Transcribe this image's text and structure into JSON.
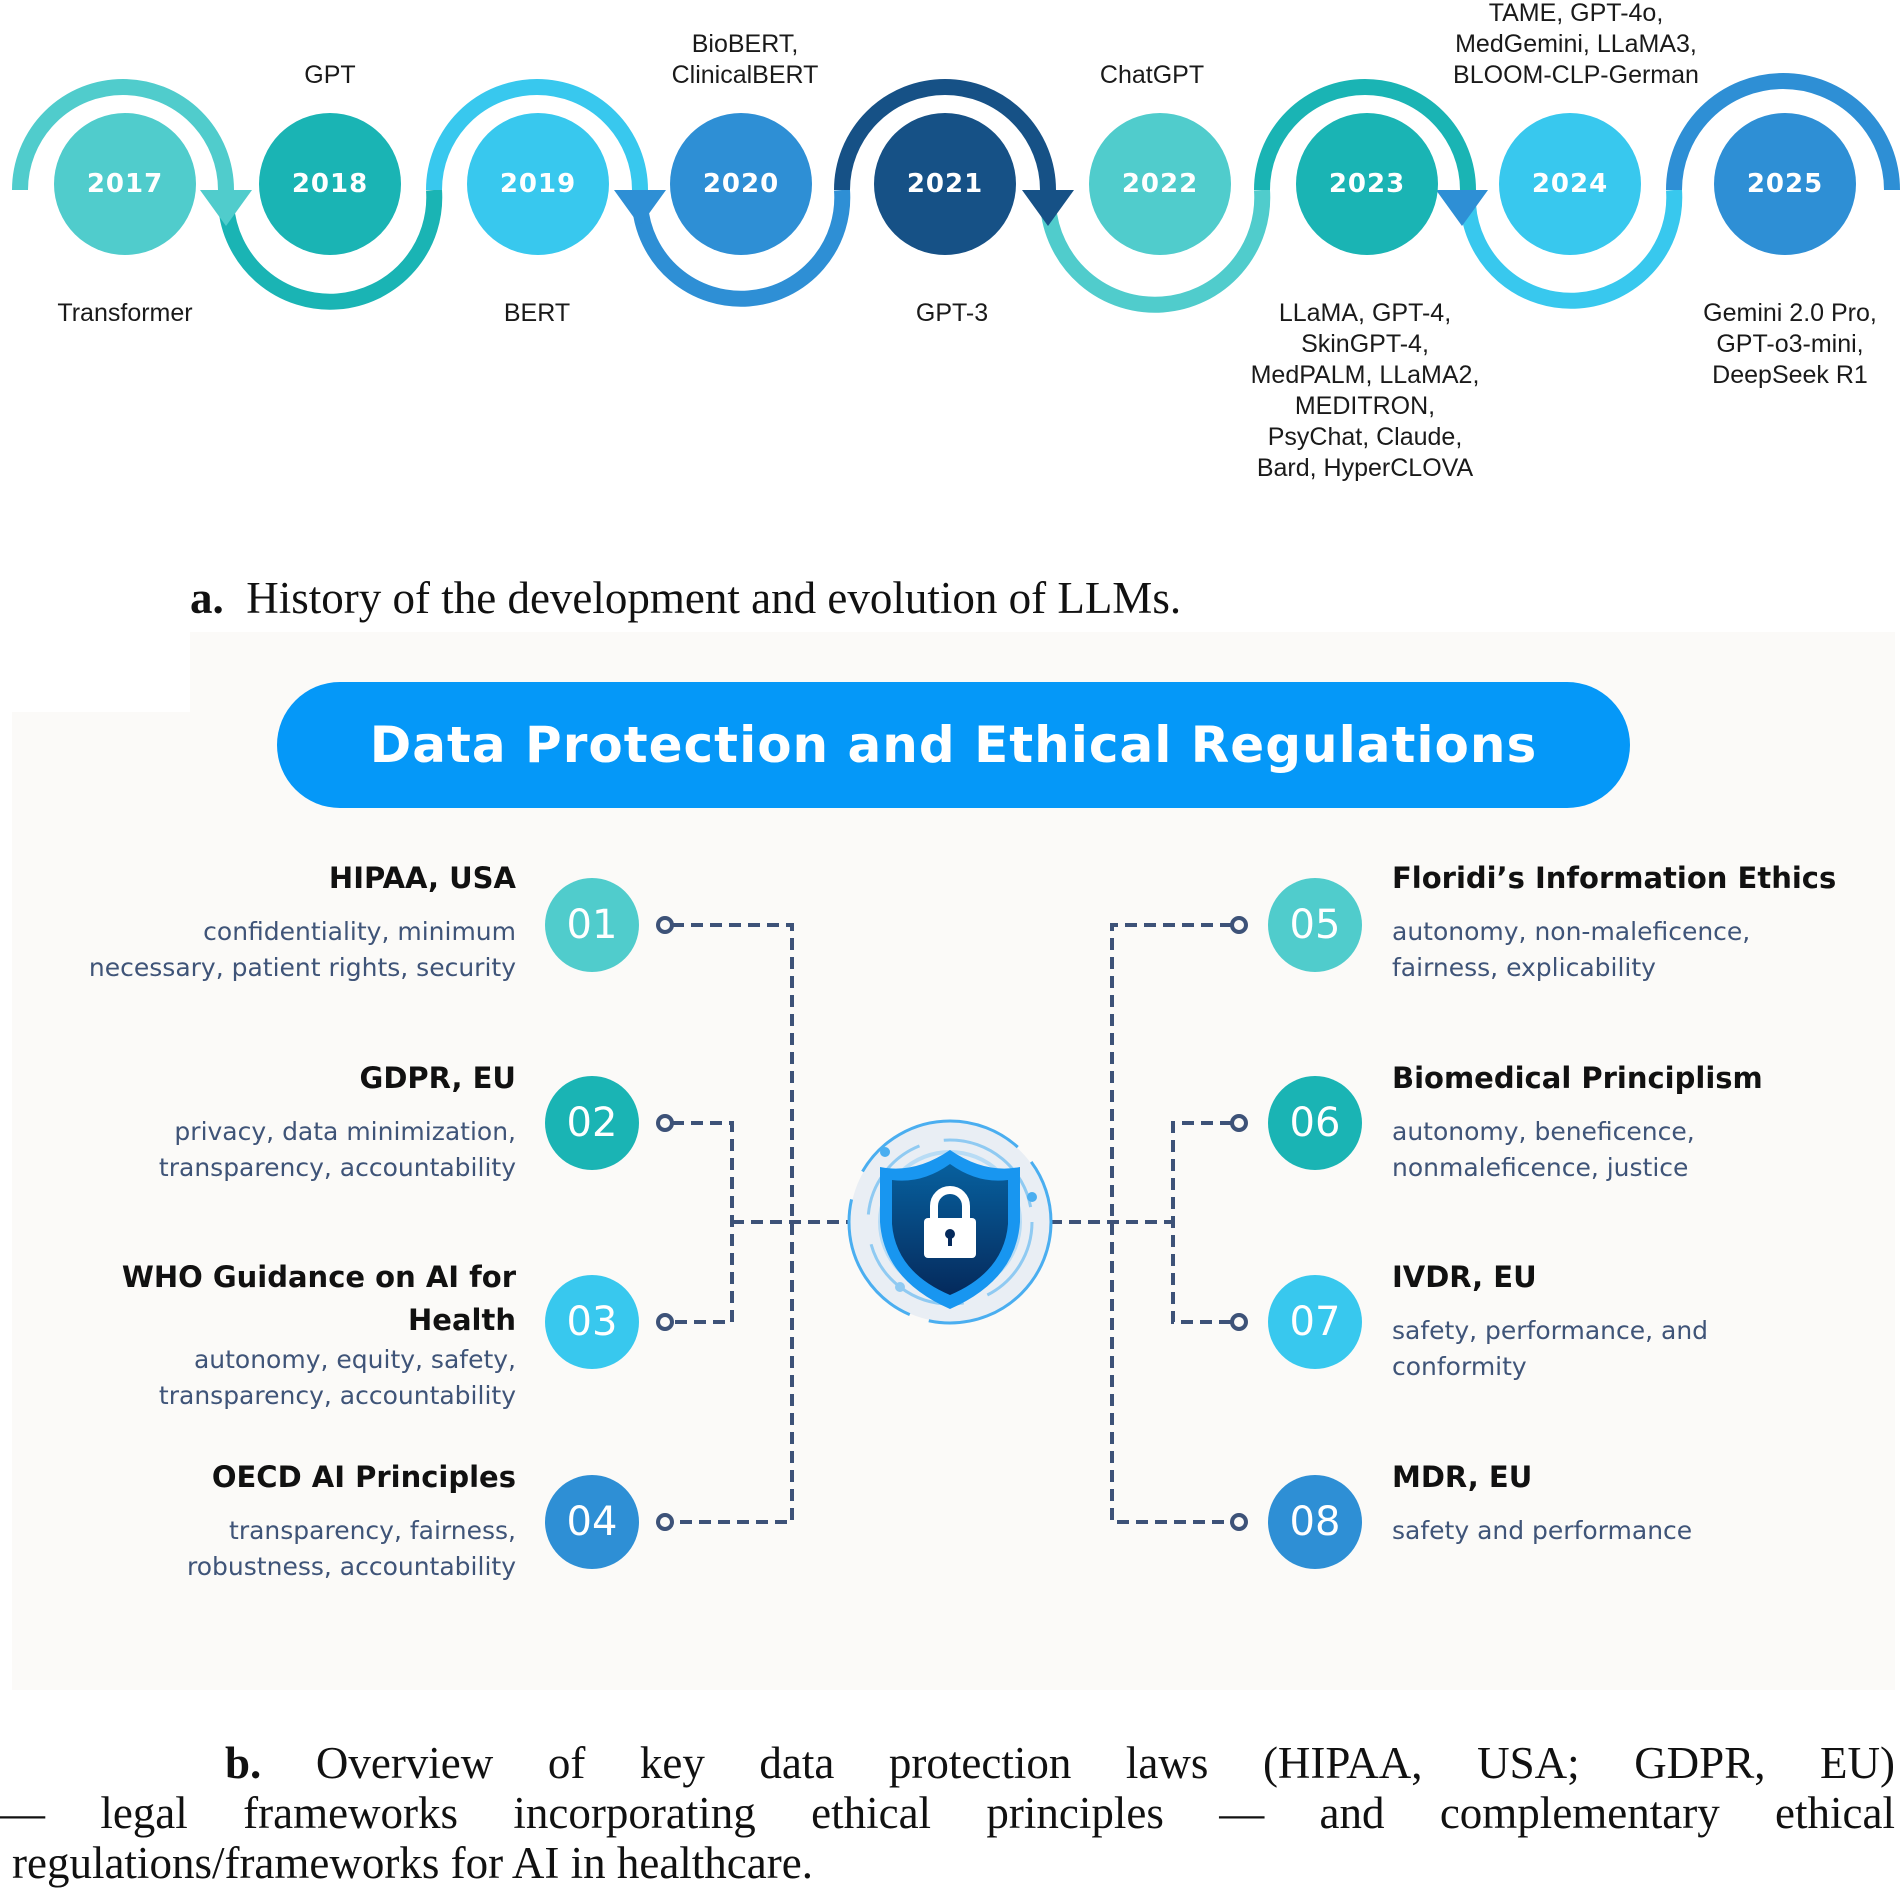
{
  "figure_a": {
    "caption_label": "a.",
    "caption_text": "History of the development and evolution of LLMs.",
    "timeline": [
      {
        "year": "2017",
        "color": "#50cccc",
        "label": "Transformer",
        "label_position": "below"
      },
      {
        "year": "2018",
        "color": "#1ab4b4",
        "label": "GPT",
        "label_position": "above"
      },
      {
        "year": "2019",
        "color": "#38c8ee",
        "label": "BERT",
        "label_position": "below"
      },
      {
        "year": "2020",
        "color": "#2e8fd5",
        "label": "BioBERT,\nClinicalBERT",
        "label_position": "above"
      },
      {
        "year": "2021",
        "color": "#165186",
        "label": "GPT-3",
        "label_position": "below"
      },
      {
        "year": "2022",
        "color": "#50cccc",
        "label": "ChatGPT",
        "label_position": "above"
      },
      {
        "year": "2023",
        "color": "#1ab4b4",
        "label": "LLaMA, GPT-4,\nSkinGPT-4,\nMedPALM, LLaMA2,\nMEDITRON,\nPsyChat, Claude,\nBard, HyperCLOVA",
        "label_position": "below"
      },
      {
        "year": "2024",
        "color": "#38c8ee",
        "label": "TAME, GPT-4o,\nMedGemini, LLaMA3,\nBLOOM-CLP-German",
        "label_position": "above"
      },
      {
        "year": "2025",
        "color": "#2e8fd5",
        "label": "Gemini 2.0 Pro,\nGPT-o3-mini,\nDeepSeek R1",
        "label_position": "below"
      }
    ]
  },
  "figure_b": {
    "banner_title": "Data Protection and Ethical Regulations",
    "banner_color": "#0598f8",
    "connector_color": "#3d5278",
    "center_icon": "shield-lock-icon",
    "items_left": [
      {
        "number": "01",
        "color": "#50cccc",
        "title": "HIPAA, USA",
        "description": "confidentiality, minimum\nnecessary, patient rights, security"
      },
      {
        "number": "02",
        "color": "#1ab4b4",
        "title": "GDPR, EU",
        "description": "privacy, data minimization,\ntransparency, accountability"
      },
      {
        "number": "03",
        "color": "#38c8ee",
        "title": "WHO Guidance on AI for\nHealth",
        "description": "autonomy, equity, safety,\ntransparency, accountability"
      },
      {
        "number": "04",
        "color": "#2e8fd5",
        "title": "OECD AI Principles",
        "description": "transparency, fairness,\nrobustness, accountability"
      }
    ],
    "items_right": [
      {
        "number": "05",
        "color": "#50cccc",
        "title": "Floridi’s Information Ethics",
        "description": "autonomy, non-maleficence,\nfairness, explicability"
      },
      {
        "number": "06",
        "color": "#1ab4b4",
        "title": "Biomedical Principlism",
        "description": "autonomy, beneficence,\nnonmaleficence,  justice"
      },
      {
        "number": "07",
        "color": "#38c8ee",
        "title": "IVDR, EU",
        "description": "safety, performance, and\nconformity"
      },
      {
        "number": "08",
        "color": "#2e8fd5",
        "title": "MDR, EU",
        "description": "safety and performance"
      }
    ],
    "caption_label": "b.",
    "caption_lines": [
      "Overview of key data protection laws (HIPAA, USA; GDPR, EU)",
      "— legal frameworks incorporating ethical principles — and complementary ethical",
      "regulations/frameworks for AI in healthcare."
    ]
  }
}
